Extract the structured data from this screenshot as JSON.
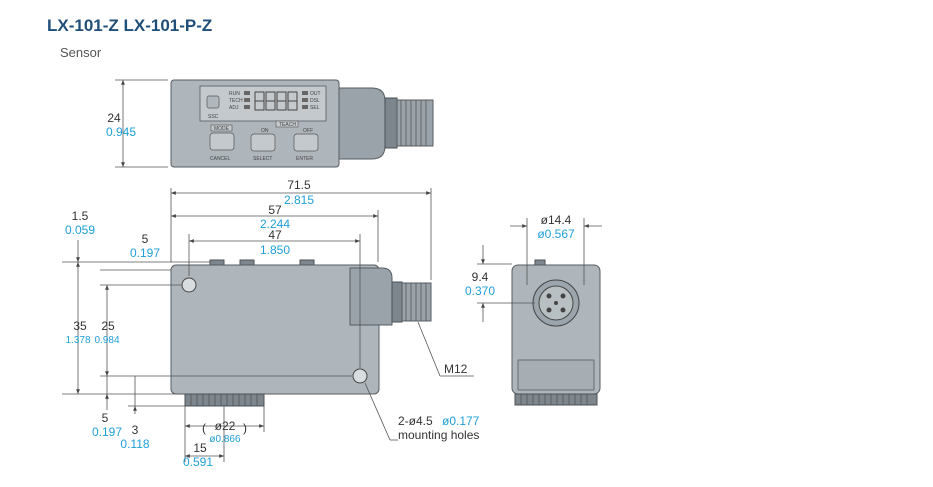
{
  "header": {
    "title": "LX-101-Z LX-101-P-Z",
    "subtitle": "Sensor"
  },
  "top_view": {
    "height_mm": "24",
    "height_in": "0.945",
    "labels": {
      "run": "RUN",
      "teach": "TECH",
      "adj": "ADJ",
      "out": "OUT",
      "dsl": "DSL",
      "sel": "SEL",
      "mode": "MODE",
      "cancel": "CANCEL",
      "teach_btn": "TEACH",
      "on": "ON",
      "off": "OFF",
      "select": "SELECT",
      "enter": "ENTER",
      "ssc": "SSC"
    }
  },
  "front_view": {
    "width_mm": "71.5",
    "width_in": "2.815",
    "span57_mm": "57",
    "span57_in": "2.244",
    "span47_mm": "47",
    "span47_in": "1.850",
    "offset15_mm": "1.5",
    "offset15_in": "0.059",
    "offset5_mm": "5",
    "offset5_in": "0.197",
    "h35_mm": "35",
    "h35_in": "1.378",
    "h25_mm": "25",
    "h25_in": "0.984",
    "bot5_mm": "5",
    "bot5_in": "0.197",
    "bot3_mm": "3",
    "bot3_in": "0.118",
    "dia22_mm": "ø22",
    "dia22_in": "ø0.866",
    "w15_mm": "15",
    "w15_in": "0.591",
    "connector": "M12",
    "holes_mm": "2-ø4.5",
    "holes_in": "ø0.177",
    "holes_label": "mounting holes"
  },
  "side_view": {
    "dia_mm": "ø14.4",
    "dia_in": "ø0.567",
    "h_mm": "9.4",
    "h_in": "0.370"
  }
}
